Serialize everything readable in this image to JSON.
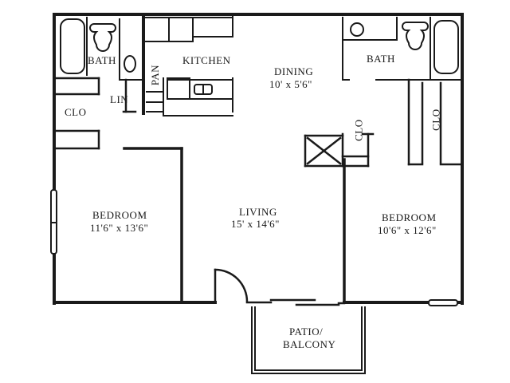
{
  "floor_plan": {
    "rooms": [
      {
        "id": "bath_left",
        "name": "BATH",
        "dims": ""
      },
      {
        "id": "kitchen",
        "name": "KITCHEN",
        "dims": ""
      },
      {
        "id": "pantry",
        "name": "PAN",
        "dims": ""
      },
      {
        "id": "linen",
        "name": "LIN",
        "dims": ""
      },
      {
        "id": "closet_left",
        "name": "CLO",
        "dims": ""
      },
      {
        "id": "dining",
        "name": "DINING",
        "dims": "10' x 5'6\""
      },
      {
        "id": "bath_right",
        "name": "BATH",
        "dims": ""
      },
      {
        "id": "closet_center",
        "name": "CLO",
        "dims": ""
      },
      {
        "id": "closet_right",
        "name": "CLO",
        "dims": ""
      },
      {
        "id": "bedroom_left",
        "name": "BEDROOM",
        "dims": "11'6\" x 13'6\""
      },
      {
        "id": "living",
        "name": "LIVING",
        "dims": "15' x 14'6\""
      },
      {
        "id": "bedroom_right",
        "name": "BEDROOM",
        "dims": "10'6\" x 12'6\""
      },
      {
        "id": "patio",
        "name": "PATIO/",
        "name2": "BALCONY",
        "dims": ""
      }
    ]
  },
  "colors": {
    "wall": "#1a1a1a",
    "background": "#ffffff"
  }
}
